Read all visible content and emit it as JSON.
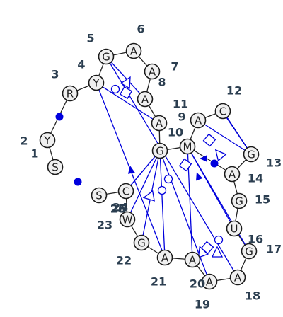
{
  "nucleotides": [
    {
      "pos": "1",
      "base": "S"
    },
    {
      "pos": "2",
      "base": "Y"
    },
    {
      "pos": "3",
      "base": "R"
    },
    {
      "pos": "4",
      "base": "Y"
    },
    {
      "pos": "5",
      "base": "G"
    },
    {
      "pos": "6",
      "base": "A"
    },
    {
      "pos": "7",
      "base": "A"
    },
    {
      "pos": "8",
      "base": "A"
    },
    {
      "pos": "9",
      "base": "A"
    },
    {
      "pos": "10",
      "base": "G"
    },
    {
      "pos": "11",
      "base": "M"
    },
    {
      "pos": "12",
      "base": "A"
    },
    {
      "pos": "13",
      "base": "C"
    },
    {
      "pos": "14",
      "base": "G"
    },
    {
      "pos": "15",
      "base": "A"
    },
    {
      "pos": "16",
      "base": "G"
    },
    {
      "pos": "17",
      "base": "U"
    },
    {
      "pos": "18",
      "base": "G"
    },
    {
      "pos": "19",
      "base": "A"
    },
    {
      "pos": "20",
      "base": "A"
    },
    {
      "pos": "21",
      "base": "A"
    },
    {
      "pos": "22",
      "base": "A"
    },
    {
      "pos": "23",
      "base": "G"
    },
    {
      "pos": "24",
      "base": "W"
    },
    {
      "pos": "25",
      "base": "C"
    },
    {
      "pos": "26",
      "base": "S"
    }
  ],
  "extra_labels": [
    "26"
  ]
}
